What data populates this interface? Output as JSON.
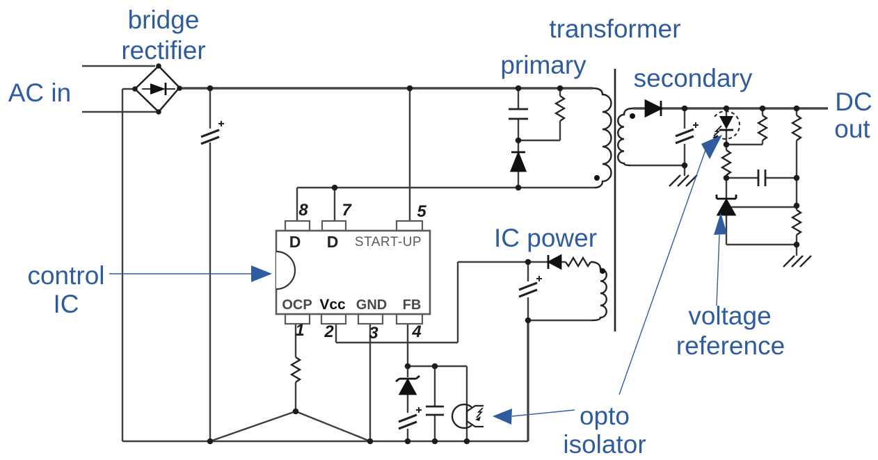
{
  "diagram_type": "flyback switch-mode power supply schematic",
  "labels": {
    "ac_in": "AC in",
    "bridge_line1": "bridge",
    "bridge_line2": "rectifier",
    "transformer": "transformer",
    "primary": "primary",
    "secondary": "secondary",
    "dc_out_line1": "DC",
    "dc_out_line2": "out",
    "ic_power": "IC power",
    "control_line1": "control",
    "control_line2": "IC",
    "voltage_ref_line1": "voltage",
    "voltage_ref_line2": "reference",
    "opto_line1": "opto",
    "opto_line2": "isolator"
  },
  "ic": {
    "pins": {
      "p8": "8",
      "p7": "7",
      "p5": "5",
      "p1": "1",
      "p2": "2",
      "p3": "3",
      "p4": "4"
    },
    "pin_names": {
      "d_pin8": "D",
      "d_pin7": "D",
      "startup": "START-UP",
      "ocp": "OCP",
      "vcc": "Vcc",
      "gnd": "GND",
      "fb": "FB"
    }
  },
  "colors": {
    "label_blue": "#2e5c9e",
    "wire_dark": "#3d3d3d",
    "component_black": "#1a1a1a",
    "ic_outline_gray": "#5a5a5a"
  }
}
